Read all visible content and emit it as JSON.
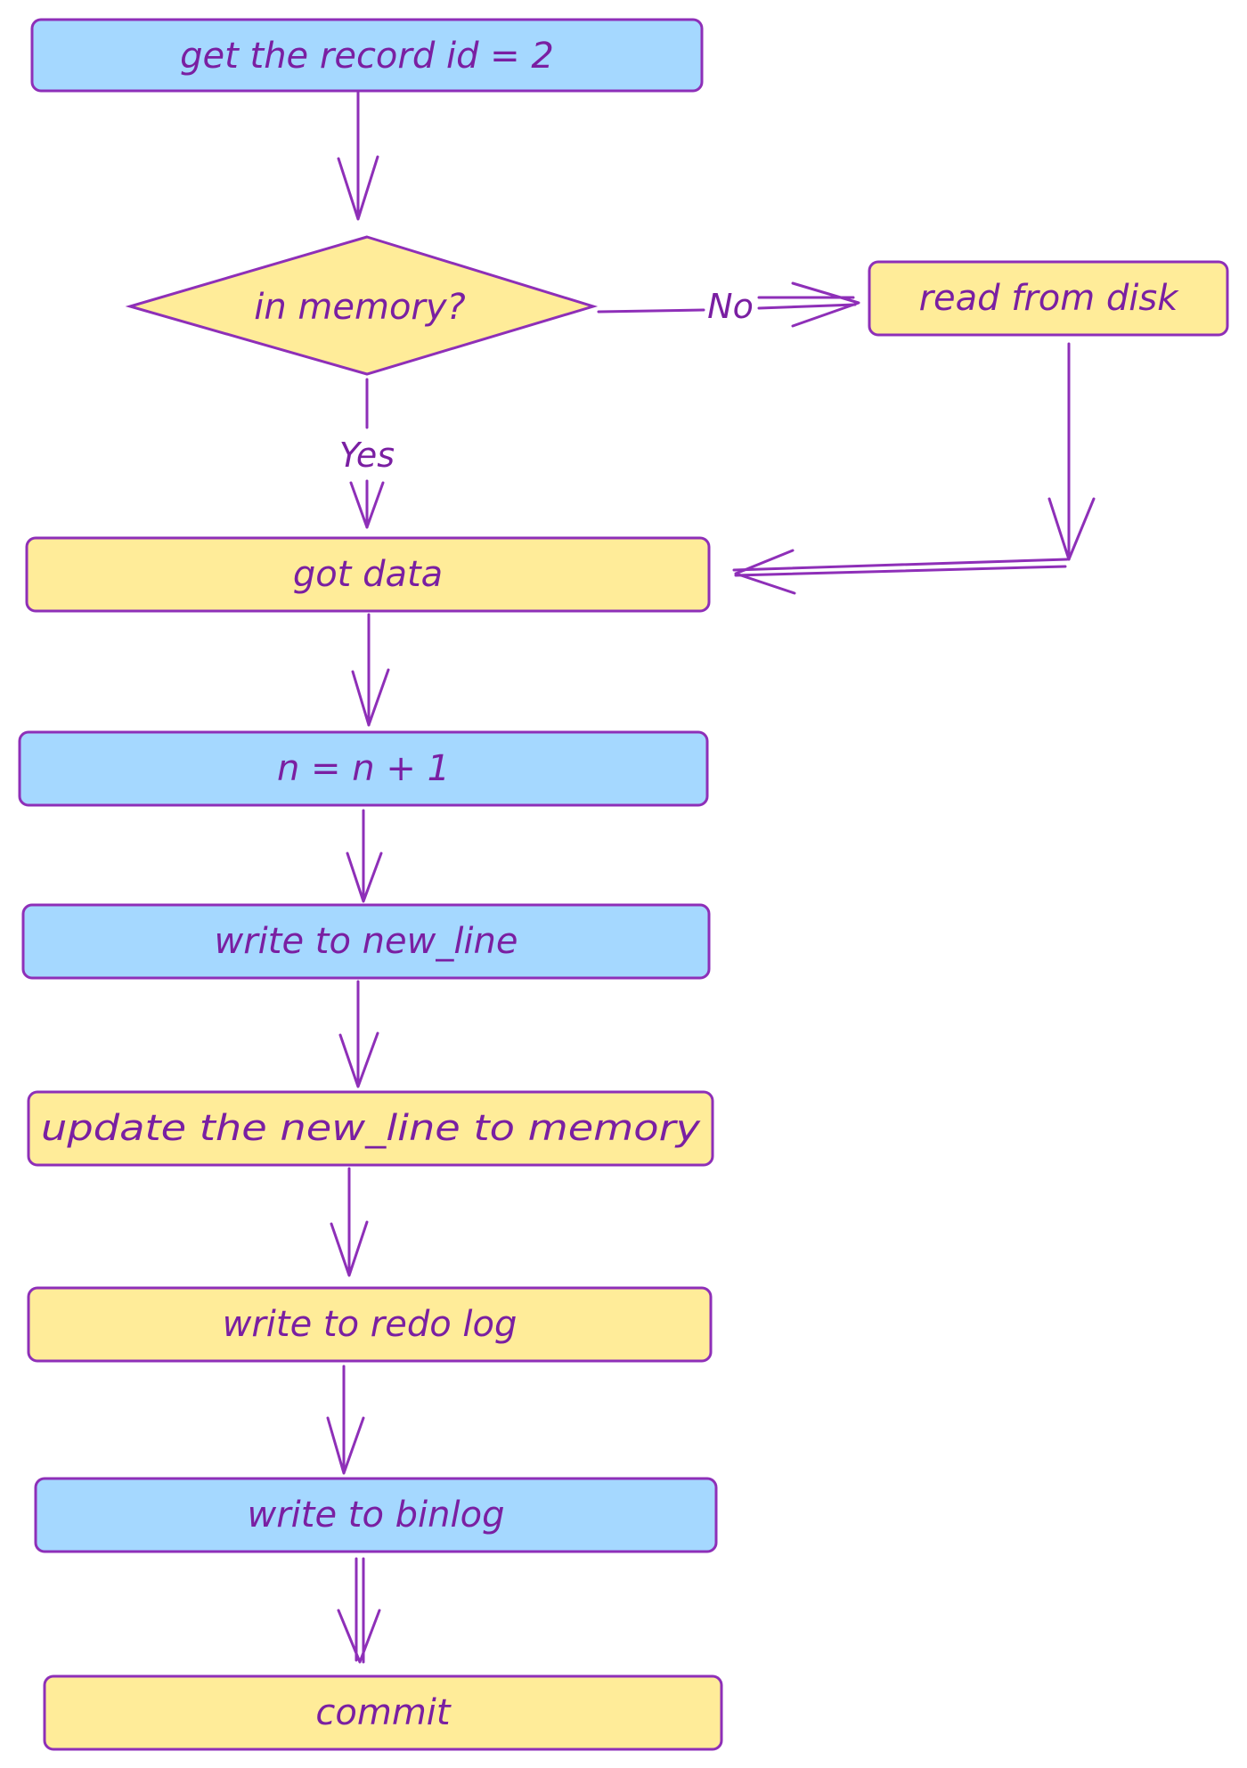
{
  "colors": {
    "stroke": "#8e2fb8",
    "text": "#7a1fa2",
    "blue_fill": "#a5d8ff",
    "yellow_fill": "#ffec99"
  },
  "nodes": {
    "get_record": "get the record id = 2",
    "in_memory": "in memory?",
    "read_disk": "read from disk",
    "got_data": "got data",
    "increment": "n = n + 1",
    "write_new_line": "write to new_line",
    "update_memory": "update the new_line to memory",
    "write_redo": "write to redo log",
    "write_binlog": "write to binlog",
    "commit": "commit"
  },
  "edges": {
    "no_label": "No",
    "yes_label": "Yes"
  }
}
